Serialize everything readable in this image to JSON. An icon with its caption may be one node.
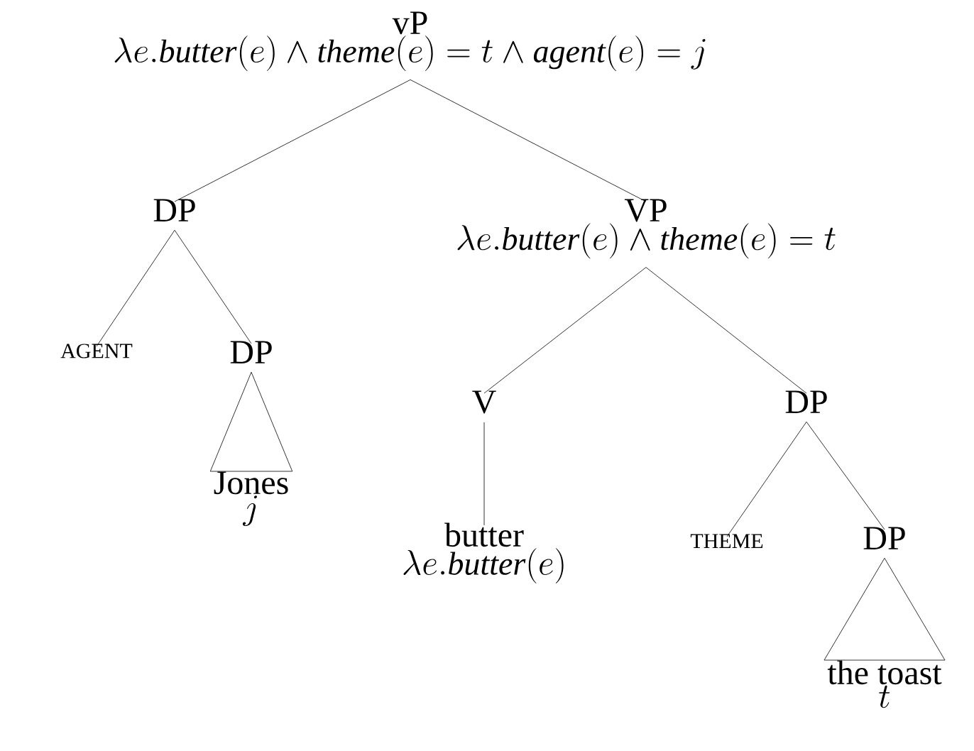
{
  "diagram": {
    "nodes": [
      {
        "text": [
          "vP",
          "\\lambda e.\\mathit{butter}(e)\\wedge \\mathit{theme}(e)=t\\wedge \\mathit{agent}(e)=j"
        ]
      },
      {
        "text": [
          "DP"
        ]
      },
      {
        "text": [
          "AGENT"
        ]
      },
      {
        "text": [
          "DP"
        ]
      },
      {
        "text": [
          "Jones",
          "j"
        ]
      },
      {
        "text": [
          "VP",
          "\\lambda e.\\mathit{butter}(e)\\wedge \\mathit{theme}(e)=t"
        ]
      },
      {
        "text": [
          "V"
        ]
      },
      {
        "text": [
          "butter",
          "\\lambda e.\\mathit{butter}(e)"
        ]
      },
      {
        "text": [
          "DP"
        ]
      },
      {
        "text": [
          "THEME"
        ]
      },
      {
        "text": [
          "DP"
        ]
      },
      {
        "text": [
          "the toast",
          "t"
        ]
      }
    ],
    "edges": [
      {
        "from": 0,
        "to": 1,
        "arrow": "none"
      },
      {
        "from": 0,
        "to": 5,
        "arrow": "none"
      },
      {
        "from": 1,
        "to": 2,
        "arrow": "none"
      },
      {
        "from": 1,
        "to": 3,
        "arrow": "none"
      },
      {
        "from": 3,
        "to": 4,
        "arrow": "none"
      },
      {
        "from": 5,
        "to": 6,
        "arrow": "none"
      },
      {
        "from": 5,
        "to": 8,
        "arrow": "none"
      },
      {
        "from": 6,
        "to": 7,
        "arrow": "none"
      },
      {
        "from": 8,
        "to": 9,
        "arrow": "none"
      },
      {
        "from": 8,
        "to": 10,
        "arrow": "none"
      },
      {
        "from": 10,
        "to": 11,
        "arrow": "none"
      }
    ]
  }
}
